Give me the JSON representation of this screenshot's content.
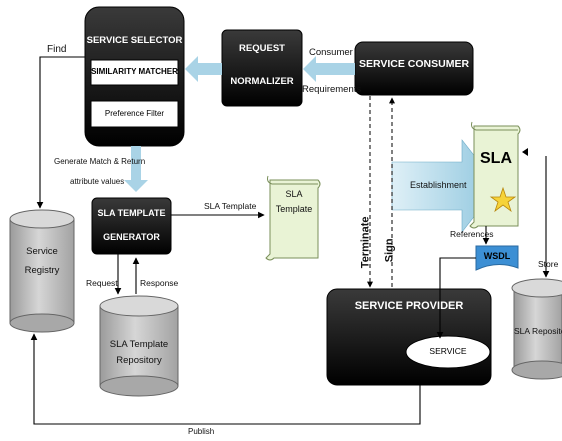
{
  "nodes": {
    "service_selector": "SERVICE SELECTOR",
    "similarity_matcher": "SIMILARITY MATCHER",
    "preference_filter": "Preference Filter",
    "request_normalizer": [
      "REQUEST",
      "NORMALIZER"
    ],
    "service_consumer": "SERVICE CONSUMER",
    "sla_template_generator": [
      "SLA TEMPLATE",
      "GENERATOR"
    ],
    "sla_template_doc": [
      "SLA",
      "Template"
    ],
    "sla_doc": "SLA",
    "wsdl": "WSDL",
    "service_registry": [
      "Service",
      "Registry"
    ],
    "sla_template_repository": [
      "SLA Template",
      "Repository"
    ],
    "service_provider": "SERVICE PROVIDER",
    "service": "SERVICE",
    "sla_repository": "SLA Repository"
  },
  "edges": {
    "find": "Find",
    "consumer_requirements": [
      "Consumer",
      "Requirements"
    ],
    "generate_match": [
      "Generate Match & Return",
      "attribute values"
    ],
    "sla_template": "SLA Template",
    "establishment": "Establishment",
    "terminate": "Terminate",
    "sign": "Sign",
    "references": "References",
    "store": "Store",
    "request": "Request",
    "response": "Response",
    "publish": "Publish"
  },
  "colors": {
    "dark_box": "#141414",
    "arrow_blue": "#a9d3e6",
    "scroll": "#e9f3d5",
    "cylinder": "#bdbdbd",
    "wsdl": "#3c8fd4"
  }
}
